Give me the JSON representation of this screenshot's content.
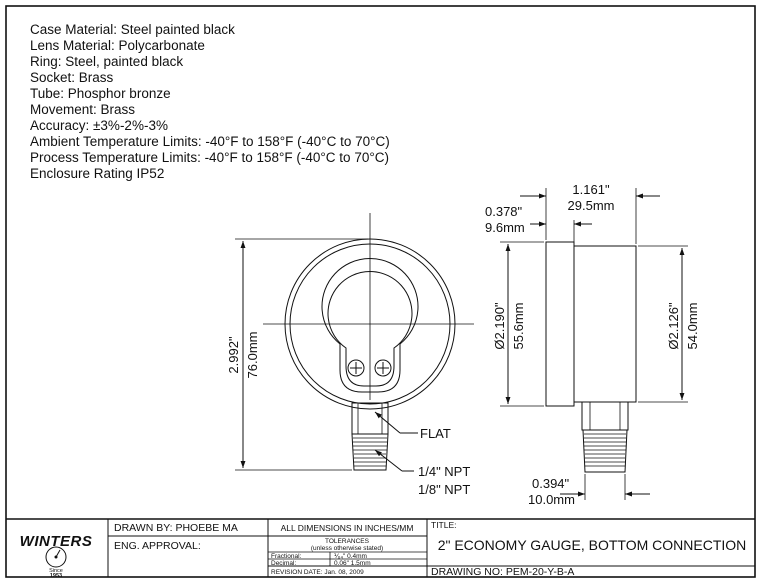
{
  "specs": [
    "Case Material: Steel painted black",
    "Lens Material: Polycarbonate",
    "Ring: Steel, painted black",
    "Socket: Brass",
    "Tube: Phosphor bronze",
    "Movement: Brass",
    "Accuracy: ±3%-2%-3%",
    "Ambient Temperature Limits: -40°F to 158°F (-40°C to 70°C)",
    "Process Temperature Limits: -40°F to 158°F (-40°C to 70°C)",
    "Enclosure Rating IP52"
  ],
  "front_view": {
    "height_in": "2.992\"",
    "height_mm": "76.0mm",
    "flat_label": "FLAT",
    "thread_npt_1": "1/4\" NPT",
    "thread_npt_2": "1/8\" NPT"
  },
  "side_view": {
    "depth_in": "1.161\"",
    "depth_mm": "29.5mm",
    "lens_in": "0.378\"",
    "lens_mm": "9.6mm",
    "ring_dia_in": "Ø2.190\"",
    "ring_dia_mm": "55.6mm",
    "case_dia_in": "Ø2.126\"",
    "case_dia_mm": "54.0mm",
    "stem_in": "0.394\"",
    "stem_mm": "10.0mm"
  },
  "title_block": {
    "logo_text": "WINTERS",
    "logo_since": "Since",
    "logo_year": "1953",
    "drawn_by": "DRAWN BY: PHOEBE MA",
    "eng_approval": "ENG. APPROVAL:",
    "dimensions_note": "ALL DIMENSIONS IN INCHES/MM",
    "tolerances": "TOLERANCES",
    "tolerances_note": "(unless otherwise stated)",
    "fractional_label": "Fractional:",
    "fractional_value": "⅟₆₄\" 0.4mm",
    "decimal_label": "Decimal:",
    "decimal_value": "0.06\" 1.5mm",
    "revision_date": "REVISION DATE: Jan. 08, 2009",
    "title_label": "TITLE:",
    "title": "2\" ECONOMY GAUGE, BOTTOM CONNECTION",
    "drawing_no": "DRAWING NO: PEM-20-Y-B-A"
  }
}
